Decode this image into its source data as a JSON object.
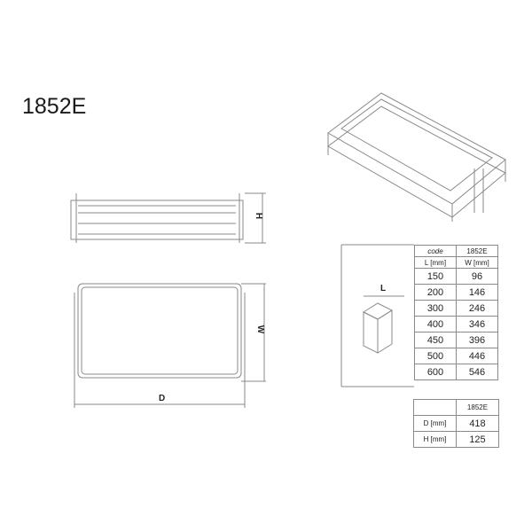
{
  "product_code": "1852E",
  "dimension_labels": {
    "height": "H",
    "width": "W",
    "depth": "D",
    "length": "L"
  },
  "size_table": {
    "headers": [
      {
        "left": "code",
        "right": "1852E"
      },
      {
        "left": "L [mm]",
        "right": "W [mm]"
      }
    ],
    "rows": [
      {
        "L": "150",
        "W": "96"
      },
      {
        "L": "200",
        "W": "146"
      },
      {
        "L": "300",
        "W": "246"
      },
      {
        "L": "400",
        "W": "346"
      },
      {
        "L": "450",
        "W": "396"
      },
      {
        "L": "500",
        "W": "446"
      },
      {
        "L": "600",
        "W": "546"
      }
    ]
  },
  "dims_table": {
    "header": "1852E",
    "rows": [
      {
        "label": "D [mm]",
        "value": "418"
      },
      {
        "label": "H [mm]",
        "value": "125"
      }
    ]
  },
  "colors": {
    "line": "#8a8a8a",
    "text": "#222222",
    "background": "#ffffff"
  }
}
